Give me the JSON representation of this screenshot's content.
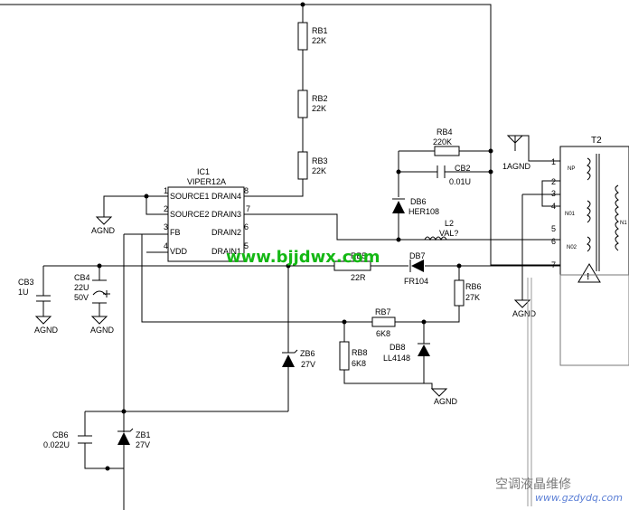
{
  "components": {
    "rb1": {
      "ref": "RB1",
      "value": "22K"
    },
    "rb2": {
      "ref": "RB2",
      "value": "22K"
    },
    "rb3": {
      "ref": "RB3",
      "value": "22K"
    },
    "rb4": {
      "ref": "RB4",
      "value": "220K"
    },
    "cb2": {
      "ref": "CB2",
      "value": "0.01U"
    },
    "db6": {
      "ref": "DB6",
      "value": "HER108"
    },
    "l2": {
      "ref": "L2",
      "value": "VAL?"
    },
    "ic1": {
      "ref": "IC1",
      "value": "VIPER12A"
    },
    "rb5": {
      "ref": "RB5",
      "value": "22R"
    },
    "db7": {
      "ref": "DB7",
      "value": "FR104"
    },
    "rb6": {
      "ref": "RB6",
      "value": "27K"
    },
    "rb7": {
      "ref": "RB7",
      "value": "6K8"
    },
    "rb8": {
      "ref": "RB8",
      "value": "6K8"
    },
    "db8": {
      "ref": "DB8",
      "value": "LL4148"
    },
    "zb6": {
      "ref": "ZB6",
      "value": "27V"
    },
    "cb3": {
      "ref": "CB3",
      "value": "1U"
    },
    "cb4": {
      "ref": "CB4",
      "value": "22U",
      "rating": "50V"
    },
    "cb6": {
      "ref": "CB6",
      "value": "0.022U"
    },
    "zb1": {
      "ref": "ZB1",
      "value": "27V"
    },
    "t2": {
      "ref": "T2"
    }
  },
  "ic_pins": {
    "source1": "SOURCE1",
    "source2": "SOURCE2",
    "fb": "FB",
    "vdd": "VDD",
    "drain4": "DRAIN4",
    "drain3": "DRAIN3",
    "drain2": "DRAIN2",
    "drain1": "DRAIN1",
    "n1": "1",
    "n2": "2",
    "n3": "3",
    "n4": "4",
    "n5": "5",
    "n6": "6",
    "n7": "7",
    "n8": "8"
  },
  "transformer": {
    "pins": [
      "1",
      "2",
      "3",
      "4",
      "5",
      "6",
      "7"
    ],
    "winding_np": "NP",
    "winding_n01": "N01",
    "winding_n02": "N02",
    "winding_n1": "N1"
  },
  "grounds": {
    "agnd": "AGND",
    "onegnd": "1AGND"
  },
  "watermark": "www.bjjdwx.com",
  "brand": {
    "text": "空调液晶维修",
    "url": "www.gzdydq.com"
  }
}
